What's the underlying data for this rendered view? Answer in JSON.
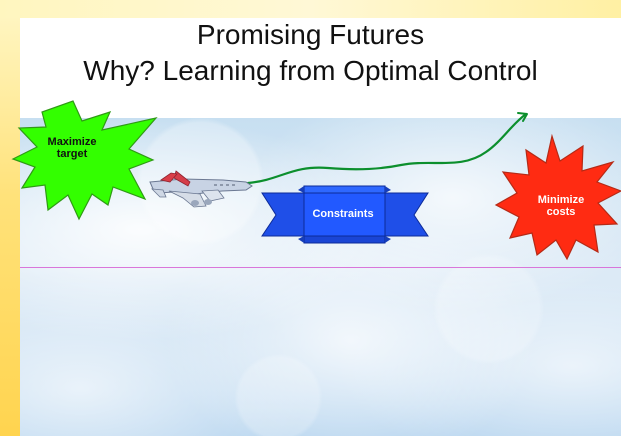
{
  "slide": {
    "title_line_1": "Promising Futures",
    "title_line_2": "Why?  Learning from Optimal Control"
  },
  "labels": {
    "maximize": "Maximize\ntarget",
    "minimize": "Minimize\ncosts",
    "constraints": "Constraints"
  },
  "colors": {
    "background_left": "#ffd44f",
    "title_text": "#111111",
    "max_star": "#33ff00",
    "min_star": "#ff2b12",
    "ribbon": "#1f4fe8",
    "path_line": "#0c8f2d",
    "divider": "#d86fd8"
  },
  "icons": {
    "maximize_badge": "starburst",
    "minimize_badge": "starburst",
    "airplane": "airplane-icon",
    "constraints_banner": "ribbon-banner"
  }
}
